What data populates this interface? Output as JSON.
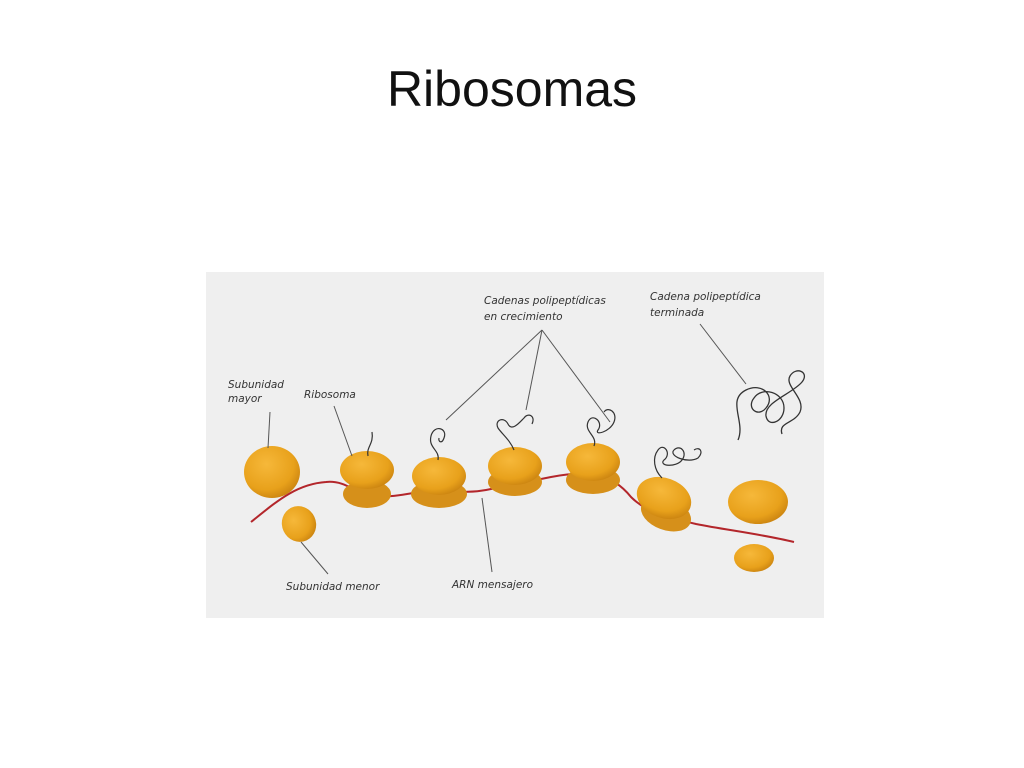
{
  "title": "Ribosomas",
  "colors": {
    "ribosome": "#e8a11b",
    "ribosome_shade": "#c98210",
    "mrna": "#b3262b",
    "line": "#555555",
    "background": "#efefef"
  },
  "labels": {
    "large_subunit": [
      "Subunidad",
      "mayor"
    ],
    "ribosome": "Ribosoma",
    "growing_chains": [
      "Cadenas polipeptídicas",
      "en crecimiento"
    ],
    "finished_chain": [
      "Cadena polipeptídica",
      "terminada"
    ],
    "small_subunit": "Subunidad menor",
    "mrna": "ARN mensajero"
  }
}
